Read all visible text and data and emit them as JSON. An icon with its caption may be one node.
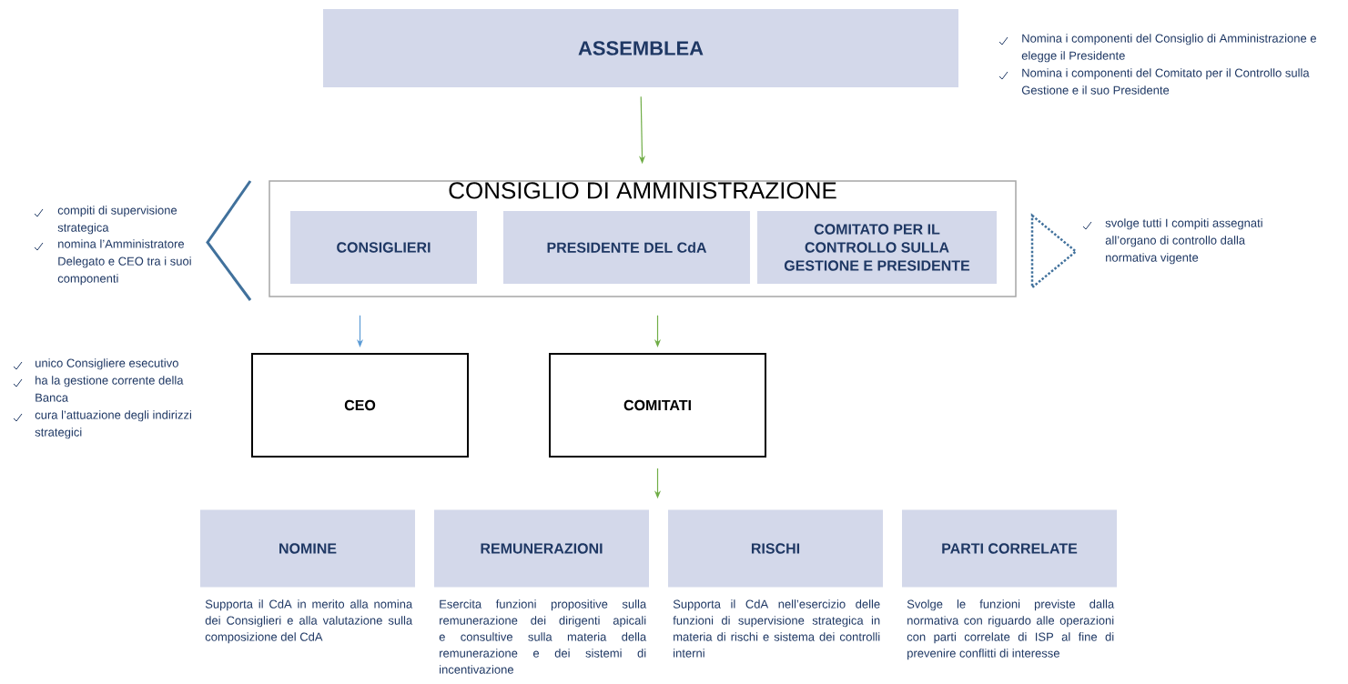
{
  "diagram": {
    "nodes": [
      {
        "text": [
          "ASSEMBLEA"
        ],
        "beside": [
          "Nomina i componenti del Consiglio di Amministrazione e elegge il Presidente",
          "Nomina i componenti del Comitato per il Controllo sulla Gestione e il suo Presidente"
        ]
      },
      {
        "text": [
          "CONSIGLIO DI AMMINISTRAZIONE"
        ]
      },
      {
        "text": [
          "CONSIGLIERI"
        ],
        "in": 1
      },
      {
        "text": [
          "PRESIDENTE DEL CdA"
        ],
        "in": 1
      },
      {
        "text": [
          "COMITATO PER IL CONTROLLO SULLA GESTIONE E PRESIDENTE"
        ],
        "in": 1
      },
      {
        "text": [
          "CEO"
        ],
        "beside": [
          "unico Consigliere esecutivo",
          "ha la gestione corrente della Banca",
          "cura l’attuazione degli indirizzi strategici"
        ]
      },
      {
        "text": [
          "COMITATI"
        ]
      },
      {
        "text": [
          "NOMINE"
        ],
        "beside": [
          "Supporta il CdA in merito alla nomina dei Consiglieri e alla valutazione sulla composizione del CdA"
        ]
      },
      {
        "text": [
          "REMUNERAZIONI"
        ],
        "beside": [
          "Esercita funzioni propositive sulla remunerazione dei dirigenti apicali e consultive sulla materia della remunerazione e dei sistemi di incentivazione"
        ]
      },
      {
        "text": [
          "RISCHI"
        ],
        "beside": [
          "Supporta il CdA nell’esercizio delle funzioni di supervisione strategica in materia di rischi e sistema dei controlli interni"
        ]
      },
      {
        "text": [
          "PARTI CORRELATE"
        ],
        "beside": [
          "Svolge le funzioni previste dalla normativa con riguardo alle operazioni con parti correlate di ISP al fine di prevenire conflitti di interesse"
        ]
      },
      {
        "text": [],
        "shape": "triangle",
        "beside": [
          "compiti di supervisione strategica",
          "nomina l’Amministratore Delegato e CEO tra i suoi componenti"
        ]
      },
      {
        "text": [],
        "shape": "triangle",
        "beside": [
          "svolge tutti I compiti assegnati all’organo di controllo dalla normativa vigente"
        ]
      }
    ],
    "edges": [
      {
        "from": 0,
        "to": 1,
        "arrow": "to"
      },
      {
        "from": 1,
        "to": 5,
        "arrow": "to",
        "color": "#5b9bd5"
      },
      {
        "from": 1,
        "to": 6,
        "arrow": "to"
      },
      {
        "from": 6,
        "to": 8,
        "arrow": "to"
      }
    ]
  }
}
